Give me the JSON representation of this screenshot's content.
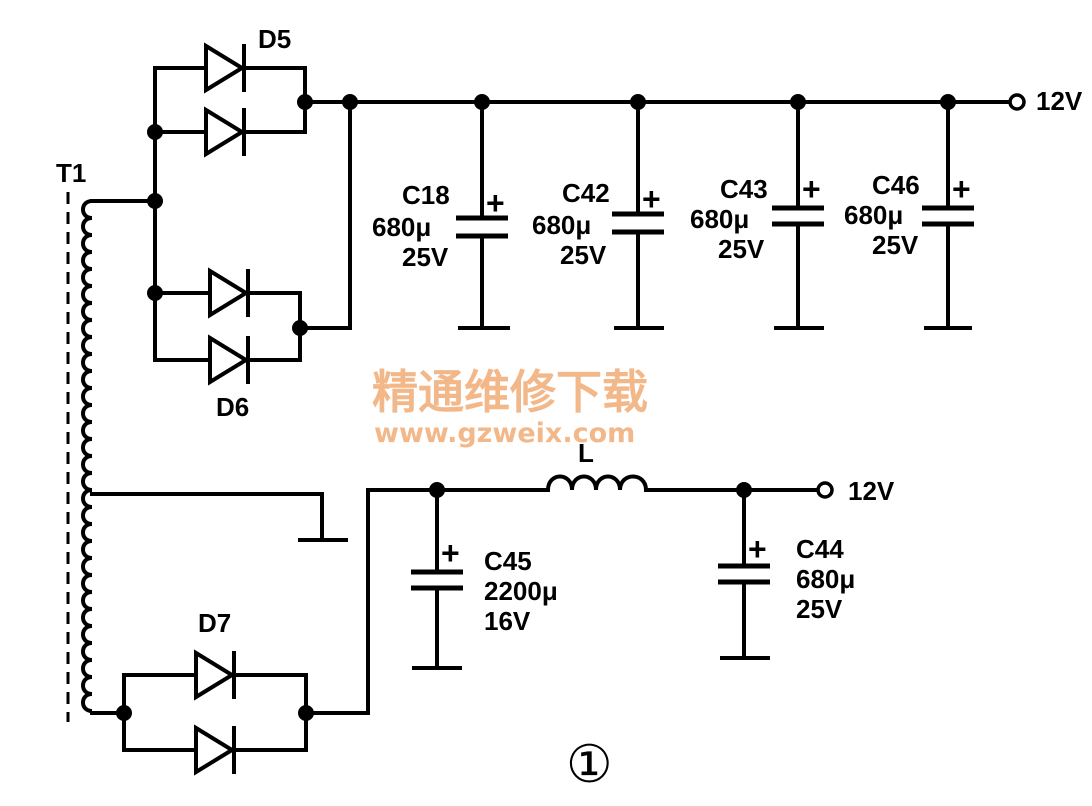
{
  "transformer": {
    "label": "T1"
  },
  "diodes": {
    "d5": "D5",
    "d6": "D6",
    "d7": "D7"
  },
  "capacitors": {
    "c18": {
      "name": "C18",
      "value": "680μ",
      "voltage": "25V"
    },
    "c42": {
      "name": "C42",
      "value": "680μ",
      "voltage": "25V"
    },
    "c43": {
      "name": "C43",
      "value": "680μ",
      "voltage": "25V"
    },
    "c46": {
      "name": "C46",
      "value": "680μ",
      "voltage": "25V"
    },
    "c45": {
      "name": "C45",
      "value": "2200μ",
      "voltage": "16V"
    },
    "c44": {
      "name": "C44",
      "value": "680μ",
      "voltage": "25V"
    }
  },
  "polarity_mark": "+",
  "inductor": {
    "label": "L"
  },
  "outputs": {
    "top": "12V",
    "bottom": "12V"
  },
  "watermark": {
    "title": "精通维修下载",
    "url": "www.gzweix.com"
  },
  "figure_number": "①",
  "colors": {
    "ink": "#000000",
    "watermark": "#f3b88a",
    "background": "#ffffff"
  }
}
